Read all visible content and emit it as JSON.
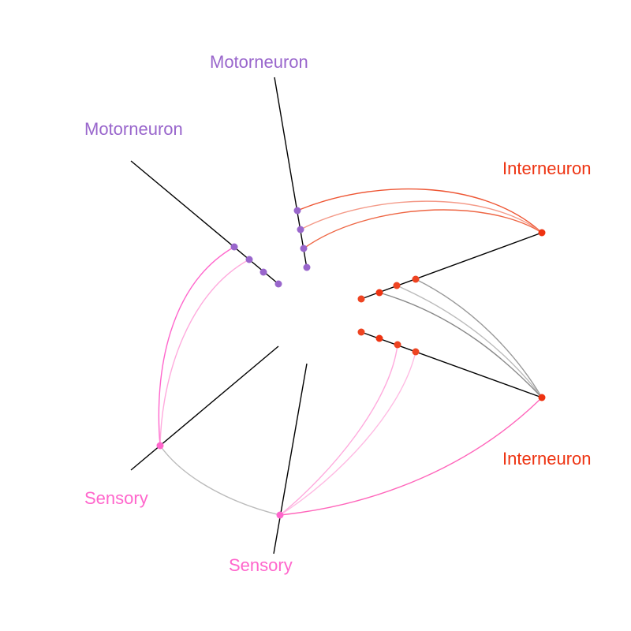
{
  "labels": {
    "motor_top": "Motorneuron",
    "motor_left": "Motorneuron",
    "inter_top": "Interneuron",
    "inter_bottom": "Interneuron",
    "sensory_left": "Sensory",
    "sensory_bottom": "Sensory"
  },
  "colors": {
    "motorneuron": "#9966cc",
    "interneuron": "#ee3311",
    "interneuron_node": "#ee4422",
    "sensory": "#ff66cc",
    "neutral_edge": "#999999",
    "axis": "#000000"
  }
}
